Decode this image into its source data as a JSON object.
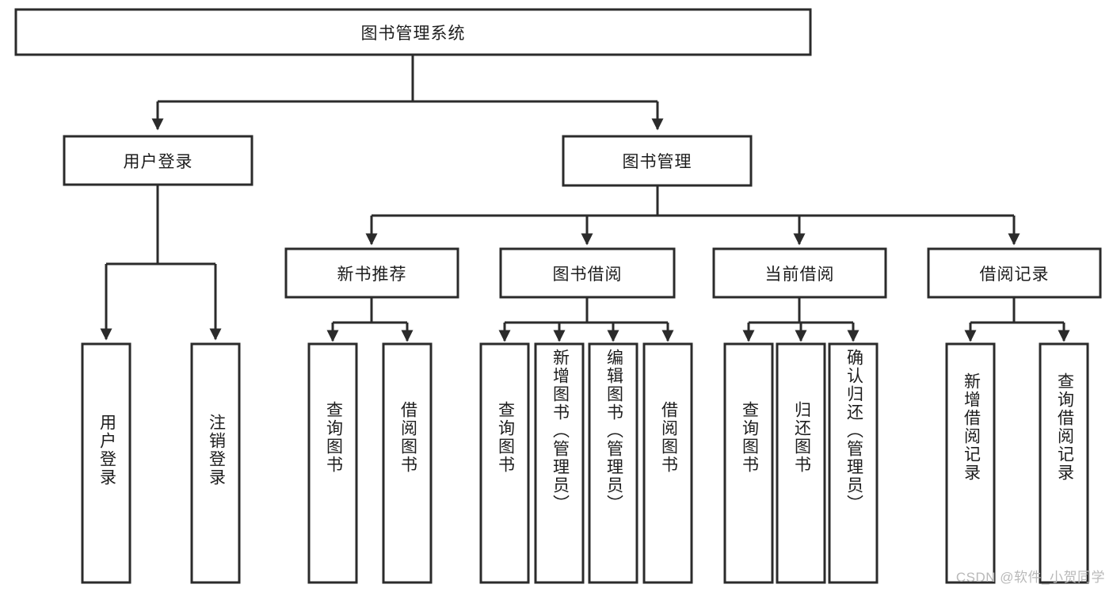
{
  "diagram": {
    "title_node": {
      "label": "图书管理系统"
    },
    "level2": [
      {
        "id": "user-login",
        "label": "用户登录"
      },
      {
        "id": "book-management",
        "label": "图书管理"
      }
    ],
    "level3": [
      {
        "id": "new-book-recommend",
        "label": "新书推荐"
      },
      {
        "id": "book-borrow",
        "label": "图书借阅"
      },
      {
        "id": "current-borrow",
        "label": "当前借阅"
      },
      {
        "id": "borrow-record",
        "label": "借阅记录"
      }
    ],
    "leaves": [
      {
        "id": "leaf-user-login",
        "label": "用户登录",
        "parent": "user-login"
      },
      {
        "id": "leaf-logout",
        "label": "注销登录",
        "parent": "user-login"
      },
      {
        "id": "leaf-query-book-1",
        "label": "查询图书",
        "parent": "new-book-recommend"
      },
      {
        "id": "leaf-borrow-book-1",
        "label": "借阅图书",
        "parent": "new-book-recommend"
      },
      {
        "id": "leaf-query-book-2",
        "label": "查询图书",
        "parent": "book-borrow"
      },
      {
        "id": "leaf-add-book",
        "label": "新增图书（管理员）",
        "parent": "book-borrow"
      },
      {
        "id": "leaf-edit-book",
        "label": "编辑图书（管理员）",
        "parent": "book-borrow"
      },
      {
        "id": "leaf-borrow-book-2",
        "label": "借阅图书",
        "parent": "book-borrow"
      },
      {
        "id": "leaf-query-book-3",
        "label": "查询图书",
        "parent": "current-borrow"
      },
      {
        "id": "leaf-return-book",
        "label": "归还图书",
        "parent": "current-borrow"
      },
      {
        "id": "leaf-confirm-return",
        "label": "确认归还（管理员）",
        "parent": "current-borrow"
      },
      {
        "id": "leaf-add-record",
        "label": "新增借阅记录",
        "parent": "borrow-record"
      },
      {
        "id": "leaf-query-record",
        "label": "查询借阅记录",
        "parent": "borrow-record"
      }
    ],
    "colors": {
      "line": "#2b2b2b",
      "box_fill": "#ffffff",
      "text": "#1d1d1d",
      "watermark": "#b9b9b9"
    }
  },
  "watermark": {
    "text": "CSDN @软件_小贺同学"
  }
}
